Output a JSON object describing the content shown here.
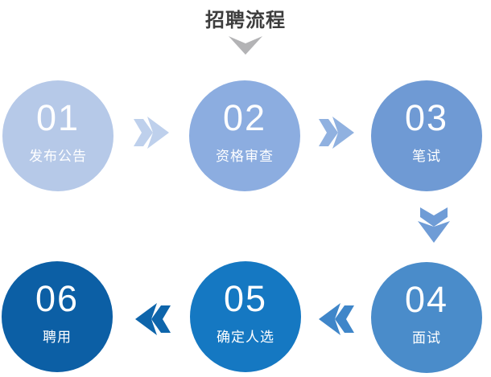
{
  "title": "招聘流程",
  "colors": {
    "background": "#ffffff",
    "title_text": "#3d3d3d",
    "title_chevron": "#b3b3b5",
    "step_text": "#ffffff"
  },
  "steps": [
    {
      "number": "01",
      "label": "发布公告",
      "color": "#b6c9e8"
    },
    {
      "number": "02",
      "label": "资格审查",
      "color": "#8cade0"
    },
    {
      "number": "03",
      "label": "笔试",
      "color": "#6f9ad4"
    },
    {
      "number": "04",
      "label": "面试",
      "color": "#4a8cca"
    },
    {
      "number": "05",
      "label": "确定人选",
      "color": "#1578c2"
    },
    {
      "number": "06",
      "label": "聘用",
      "color": "#0c5fa5"
    }
  ],
  "arrows": [
    {
      "from": "01",
      "to": "02",
      "direction": "right",
      "color": "#bed0ec"
    },
    {
      "from": "02",
      "to": "03",
      "direction": "right",
      "color": "#90b1e0"
    },
    {
      "from": "03",
      "to": "04",
      "direction": "down",
      "color": "#6f9cd6"
    },
    {
      "from": "04",
      "to": "05",
      "direction": "left",
      "color": "#3f86c9"
    },
    {
      "from": "05",
      "to": "06",
      "direction": "left",
      "color": "#0e65ab"
    }
  ]
}
